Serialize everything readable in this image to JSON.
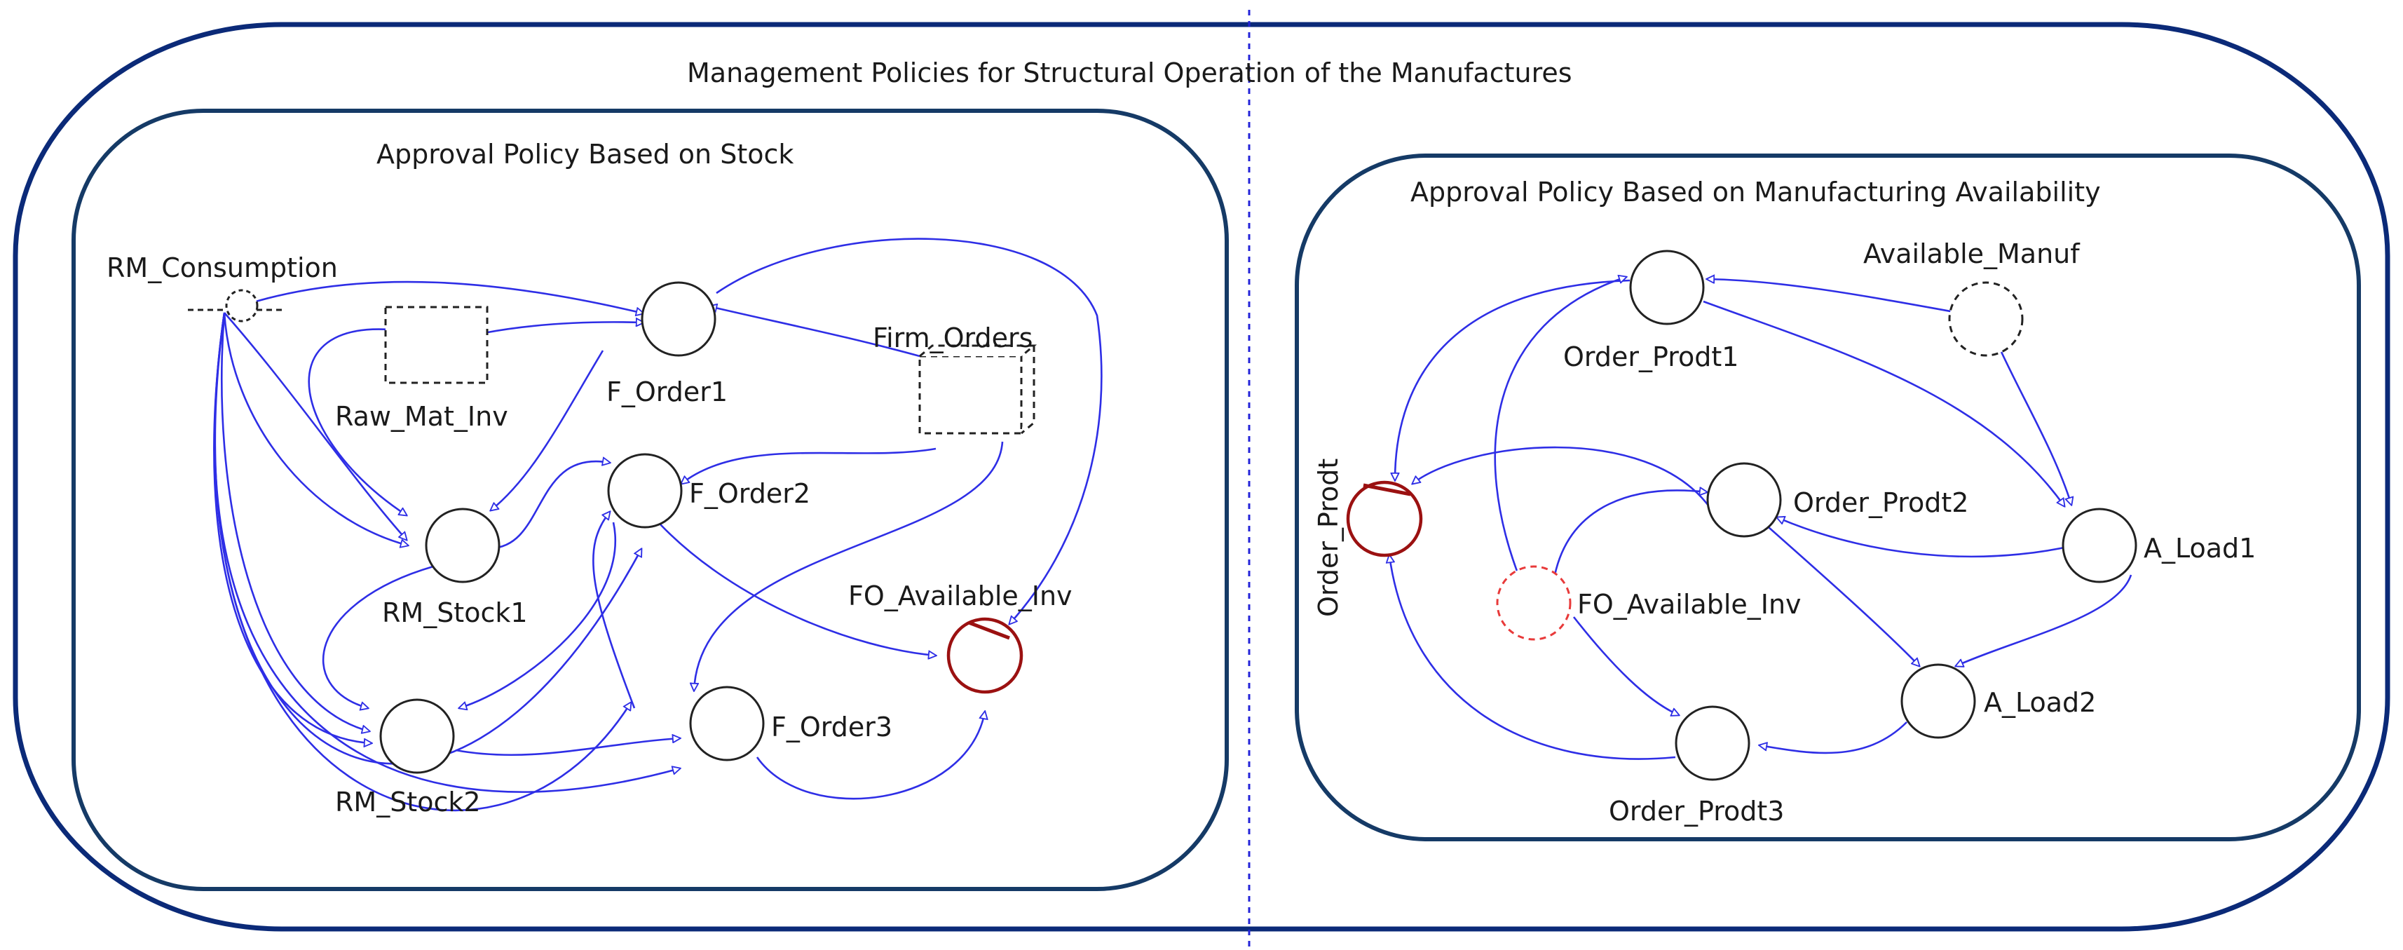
{
  "diagram": {
    "title": "Management Policies for Structural Operation of the Manufactures",
    "left_group": {
      "title": "Approval Policy Based on Stock",
      "nodes": {
        "rm_consumption": "RM_Consumption",
        "raw_mat_inv": "Raw_Mat_Inv",
        "f_order1": "F_Order1",
        "firm_orders": "Firm_Orders",
        "f_order2": "F_Order2",
        "rm_stock1": "RM_Stock1",
        "fo_available_inv": "FO_Available_Inv",
        "rm_stock2": "RM_Stock2",
        "f_order3": "F_Order3"
      }
    },
    "right_group": {
      "title": "Approval Policy Based on Manufacturing Availability",
      "nodes": {
        "available_manuf": "Available_Manuf",
        "order_prodt1": "Order_Prodt1",
        "order_prodt": "Order_Prodt",
        "order_prodt2": "Order_Prodt2",
        "a_load1": "A_Load1",
        "fo_available_inv": "FO_Available_Inv",
        "a_load2": "A_Load2",
        "order_prodt3": "Order_Prodt3"
      }
    },
    "colors": {
      "frame": "#0b2a78",
      "link": "#2e2ee6",
      "shadow_node": "#9b1111",
      "ghost_shadow": "#e83a3a"
    }
  }
}
